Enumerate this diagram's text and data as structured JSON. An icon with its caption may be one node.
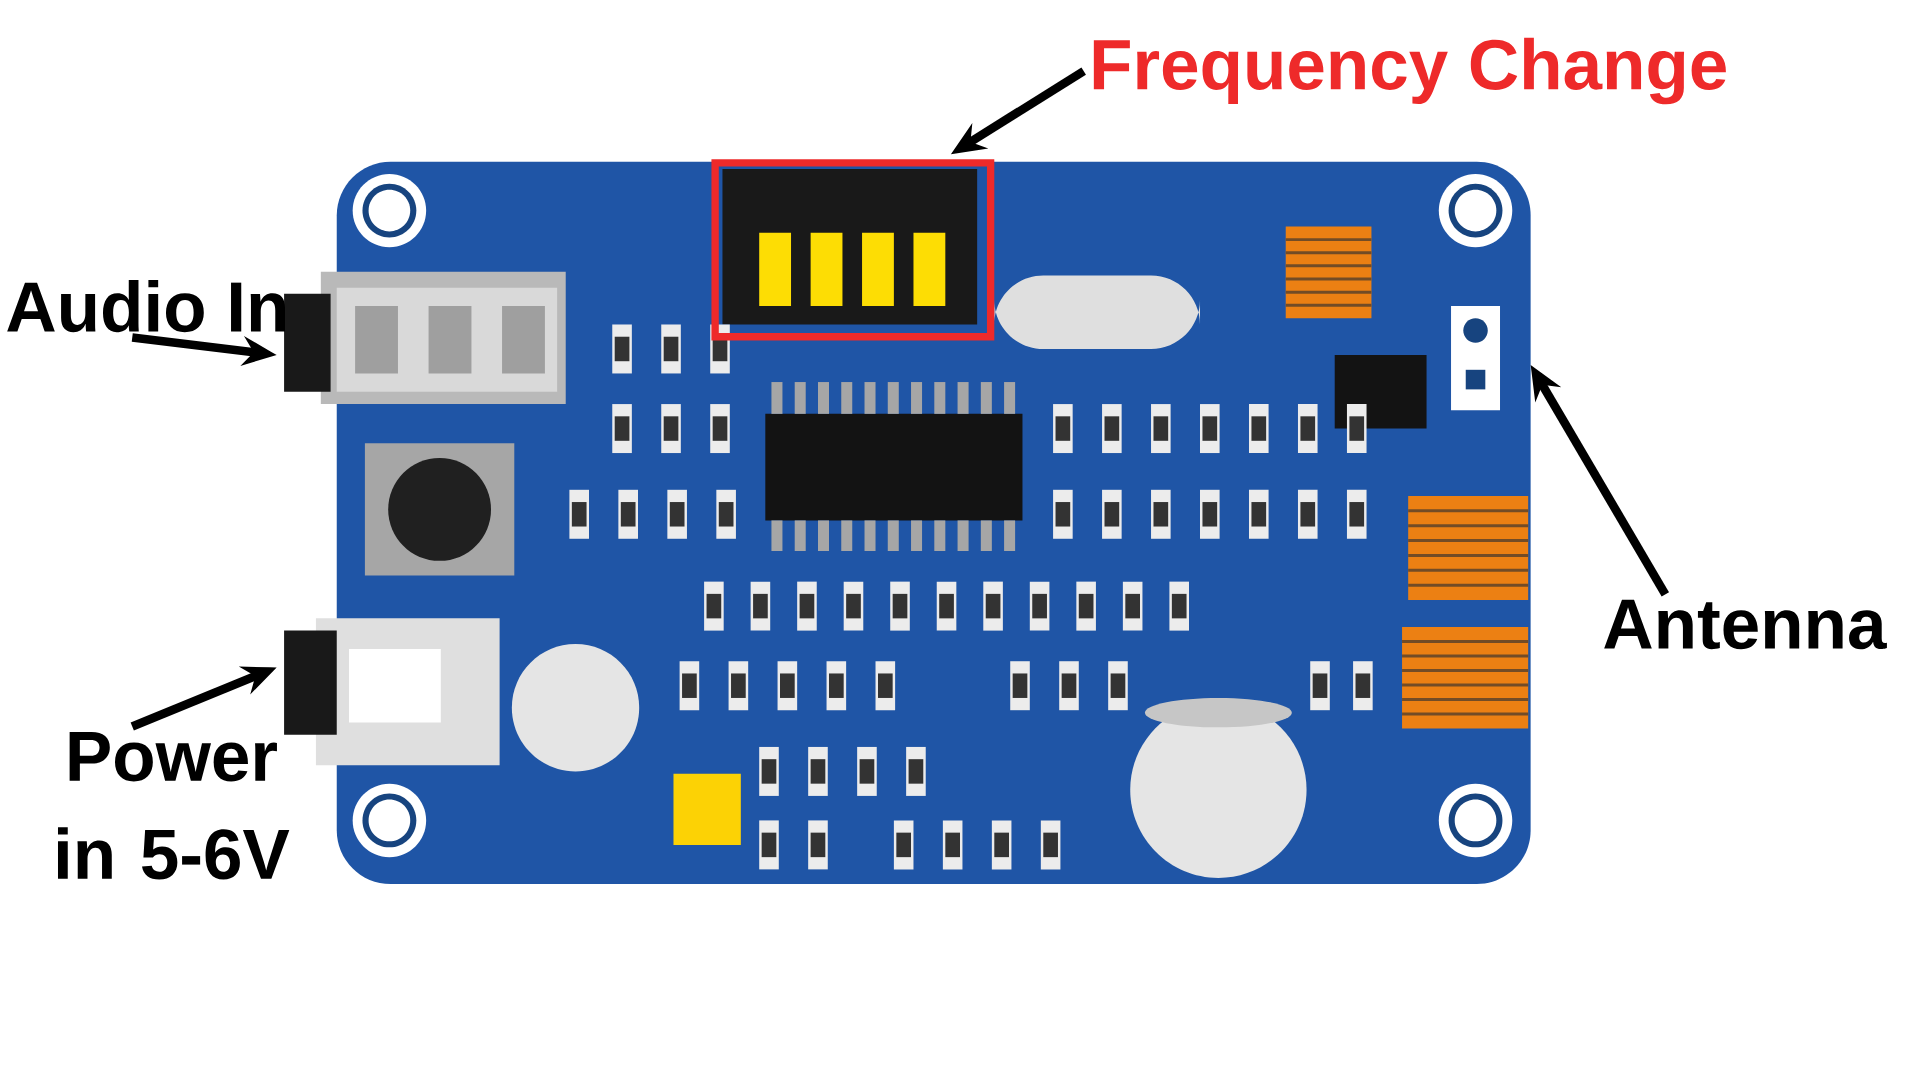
{
  "diagram": {
    "nodes": [
      {
        "text": [
          "Frequency Change"
        ]
      },
      {
        "text": [],
        "shape": "box"
      },
      {
        "text": [
          "Audio In"
        ]
      },
      {
        "text": [
          "Power in 5-6V"
        ]
      },
      {
        "text": [
          "Antenna"
        ]
      }
    ],
    "edges": [
      {
        "from": 0,
        "to": 1,
        "arrow": "to"
      },
      {
        "from": 2,
        "to": null,
        "arrow": "to"
      },
      {
        "from": 3,
        "to": null,
        "arrow": "to"
      },
      {
        "from": 4,
        "to": null,
        "arrow": "to"
      }
    ]
  }
}
